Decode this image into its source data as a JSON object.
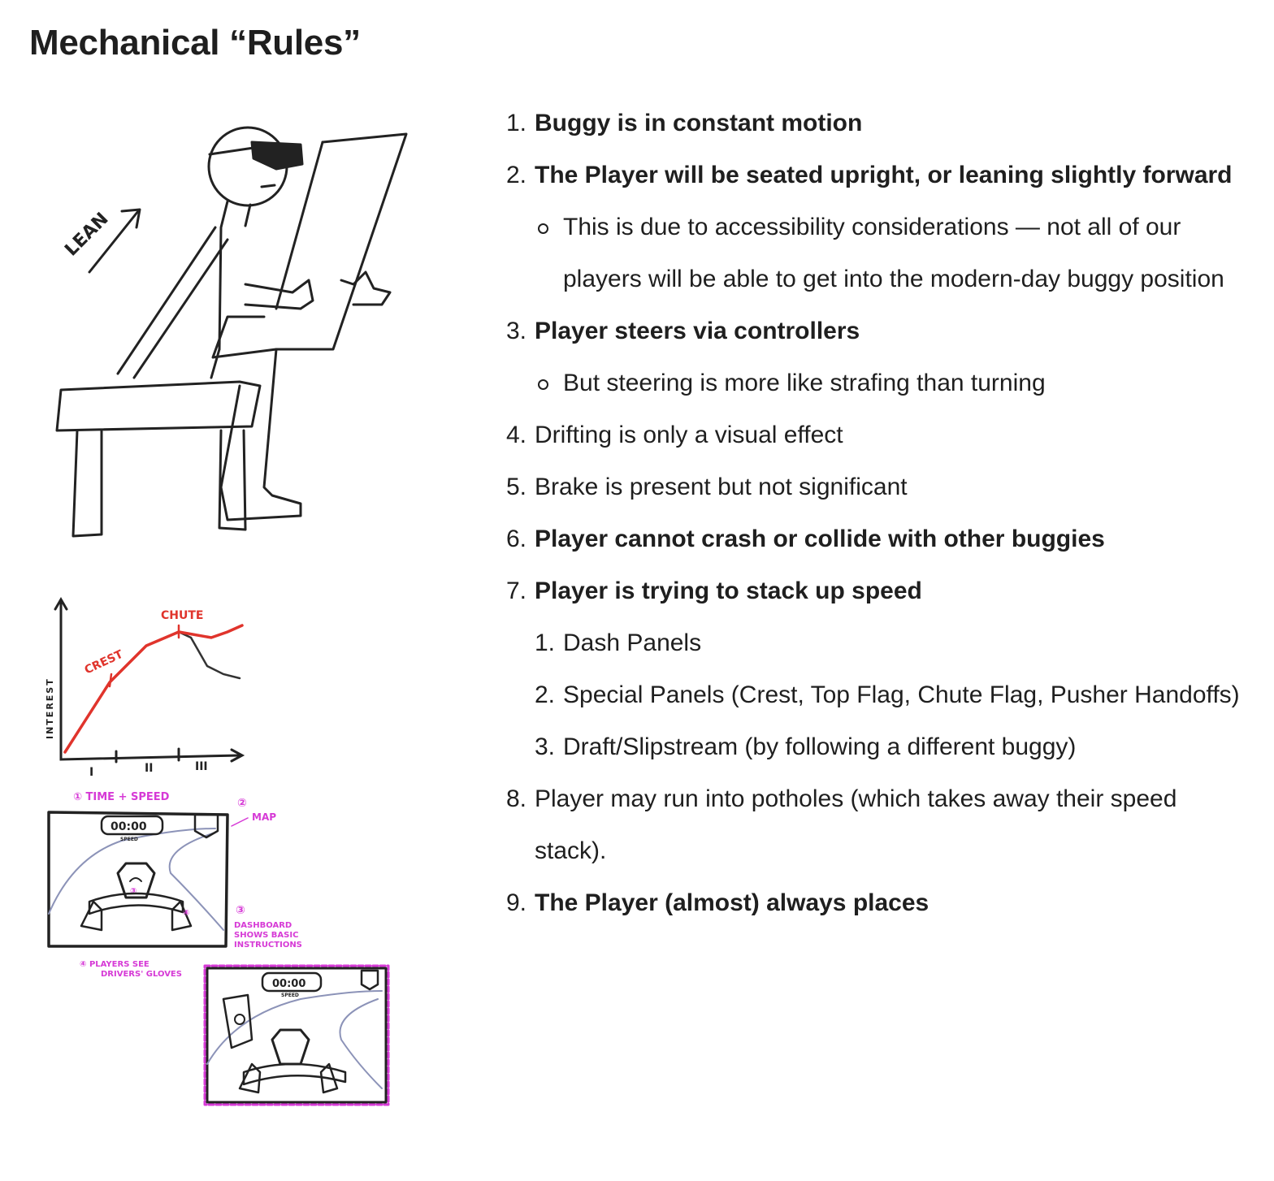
{
  "title": "Mechanical “Rules”",
  "sketches": {
    "seated": {
      "lean_label": "LEAN"
    },
    "graph": {
      "crest_label": "CREST",
      "chute_label": "CHUTE",
      "ylabel": "INTEREST",
      "x_ticks": [
        "I",
        "II",
        "III"
      ]
    },
    "dashboard": {
      "note1": "① TIME + SPEED",
      "note2_num": "②",
      "note2": "MAP",
      "note3_num": "③",
      "note3_line1": "DASHBOARD",
      "note3_line2": "SHOWS BASIC",
      "note3_line3": "INSTRUCTIONS",
      "note4_line1": "④ PLAYERS SEE",
      "note4_line2": "DRIVERS' GLOVES",
      "timer": "00:00",
      "speed_label": "SPEED",
      "wheel_num": "③",
      "glove_num": "④"
    },
    "dashboard2": {
      "timer": "00:00",
      "speed_label": "SPEED"
    }
  },
  "rules": [
    {
      "num": "1.",
      "text": "Buggy is in constant motion",
      "bold": true
    },
    {
      "num": "2.",
      "text": "The Player will be seated upright, or leaning slightly forward",
      "bold": true,
      "bullets": [
        "This is due to accessibility considerations — not all of our players will be able to get into the modern-day buggy position"
      ]
    },
    {
      "num": "3.",
      "text": "Player steers via controllers",
      "bold": true,
      "bullets": [
        "But steering is more like strafing than turning"
      ]
    },
    {
      "num": "4.",
      "text": "Drifting is only a visual effect",
      "bold": false
    },
    {
      "num": "5.",
      "text": "Brake is present but not significant",
      "bold": false
    },
    {
      "num": "6.",
      "text": "Player cannot crash or collide with other buggies",
      "bold": true
    },
    {
      "num": "7.",
      "text": "Player is trying to stack up speed",
      "bold": true,
      "numbered": [
        {
          "num": "1.",
          "text": "Dash Panels"
        },
        {
          "num": "2.",
          "text": "Special Panels (Crest, Top Flag, Chute Flag, Pusher Handoffs)"
        },
        {
          "num": "3.",
          "text": "Draft/Slipstream (by following a different buggy)"
        }
      ]
    },
    {
      "num": "8.",
      "text": "Player may run into potholes (which takes away their speed stack).",
      "bold": false
    },
    {
      "num": "9.",
      "text": "The Player (almost) always places",
      "bold": true
    }
  ],
  "colors": {
    "text": "#1f1f1f",
    "sketch_line": "#222222",
    "red": "#e0342c",
    "magenta": "#d63ad6",
    "blue_gray": "#8c93b8"
  }
}
